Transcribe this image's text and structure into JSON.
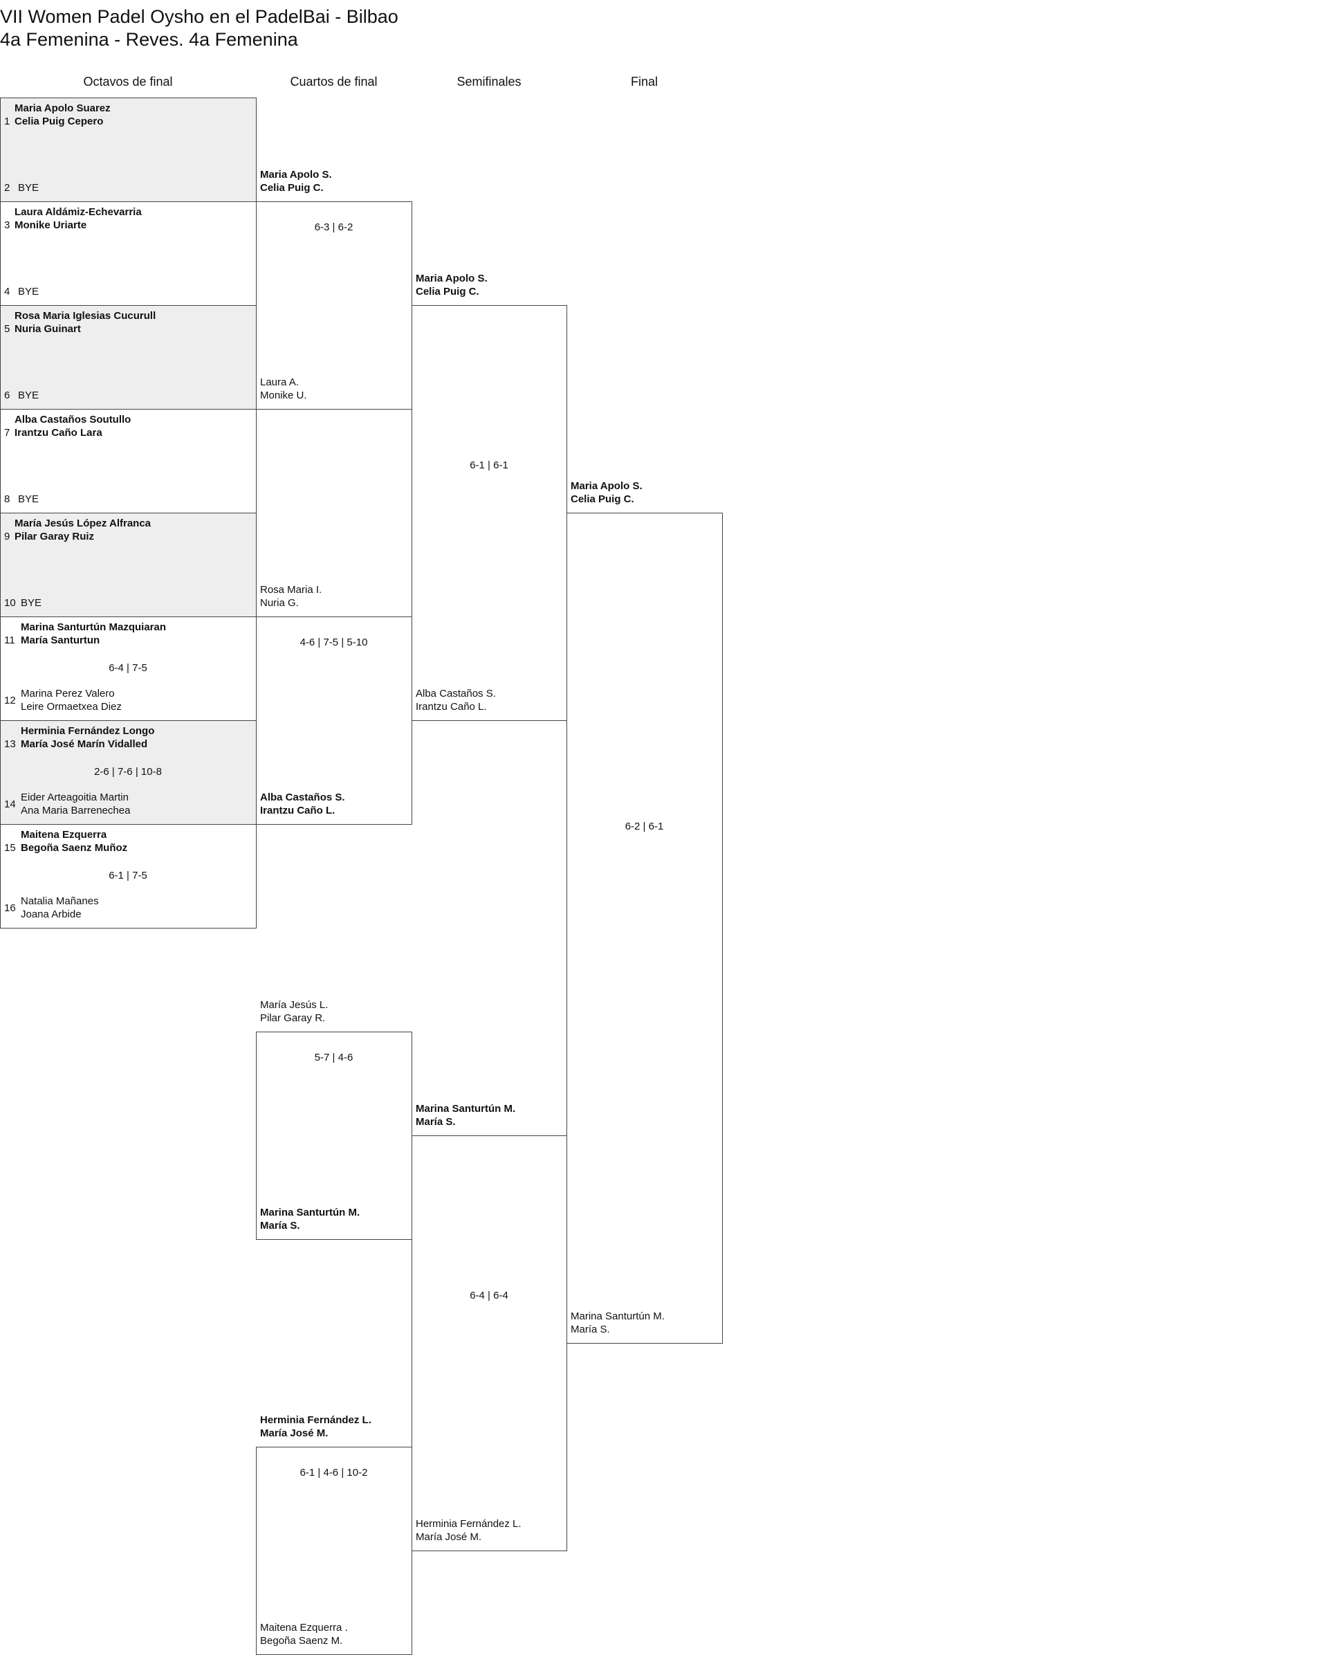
{
  "header": {
    "title": "VII Women Padel Oysho en el PadelBai - Bilbao",
    "subtitle": "4a Femenina - Reves. 4a Femenina"
  },
  "colors": {
    "border": "#444444",
    "shaded_row": "#eeeeee"
  },
  "rounds": [
    {
      "title": "Octavos de final",
      "matches": [
        {
          "score": "",
          "top": {
            "seed": "1",
            "names": [
              "Maria Apolo Suarez",
              "Celia Puig Cepero"
            ],
            "winner": true
          },
          "bottom": {
            "seed": "2",
            "names": [
              "BYE"
            ],
            "winner": false
          }
        },
        {
          "score": "",
          "top": {
            "seed": "3",
            "names": [
              "Laura Aldámiz-Echevarria",
              "Monike Uriarte"
            ],
            "winner": true
          },
          "bottom": {
            "seed": "4",
            "names": [
              "BYE"
            ],
            "winner": false
          }
        },
        {
          "score": "",
          "top": {
            "seed": "5",
            "names": [
              "Rosa Maria Iglesias Cucurull",
              "Nuria Guinart"
            ],
            "winner": true
          },
          "bottom": {
            "seed": "6",
            "names": [
              "BYE"
            ],
            "winner": false
          }
        },
        {
          "score": "",
          "top": {
            "seed": "7",
            "names": [
              "Alba Castaños Soutullo",
              "Irantzu Caño Lara"
            ],
            "winner": true
          },
          "bottom": {
            "seed": "8",
            "names": [
              "BYE"
            ],
            "winner": false
          }
        },
        {
          "score": "",
          "top": {
            "seed": "9",
            "names": [
              "María Jesús López Alfranca",
              "Pilar Garay Ruiz"
            ],
            "winner": true
          },
          "bottom": {
            "seed": "10",
            "names": [
              "BYE"
            ],
            "winner": false
          }
        },
        {
          "score": "6-4 | 7-5",
          "top": {
            "seed": "11",
            "names": [
              "Marina Santurtún Mazquiaran",
              "María Santurtun"
            ],
            "winner": true
          },
          "bottom": {
            "seed": "12",
            "names": [
              "Marina Perez Valero",
              "Leire Ormaetxea Diez"
            ],
            "winner": false
          }
        },
        {
          "score": "2-6 | 7-6 | 10-8",
          "top": {
            "seed": "13",
            "names": [
              "Herminia Fernández Longo",
              "María José Marín Vidalled"
            ],
            "winner": true
          },
          "bottom": {
            "seed": "14",
            "names": [
              "Eider Arteagoitia Martin",
              "Ana Maria Barrenechea"
            ],
            "winner": false
          }
        },
        {
          "score": "6-1 | 7-5",
          "top": {
            "seed": "15",
            "names": [
              "Maitena Ezquerra",
              "Begoña Saenz Muñoz"
            ],
            "winner": true
          },
          "bottom": {
            "seed": "16",
            "names": [
              "Natalia Mañanes",
              "Joana Arbide"
            ],
            "winner": false
          }
        }
      ]
    },
    {
      "title": "Cuartos de final",
      "matches": [
        {
          "score": "6-3 | 6-2",
          "top": {
            "names": [
              "Maria Apolo S.",
              "Celia Puig C."
            ],
            "winner": true
          },
          "bottom": {
            "names": [
              "Laura A.",
              "Monike U."
            ],
            "winner": false
          }
        },
        {
          "score": "4-6 | 7-5 | 5-10",
          "top": {
            "names": [
              "Rosa Maria I.",
              "Nuria G."
            ],
            "winner": false
          },
          "bottom": {
            "names": [
              "Alba Castaños S.",
              "Irantzu Caño L."
            ],
            "winner": true
          }
        },
        {
          "score": "5-7 | 4-6",
          "top": {
            "names": [
              "María Jesús L.",
              "Pilar Garay R."
            ],
            "winner": false
          },
          "bottom": {
            "names": [
              "Marina Santurtún M.",
              "María S."
            ],
            "winner": true
          }
        },
        {
          "score": "6-1 | 4-6 | 10-2",
          "top": {
            "names": [
              "Herminia Fernández L.",
              "María José M."
            ],
            "winner": true
          },
          "bottom": {
            "names": [
              "Maitena Ezquerra .",
              "Begoña Saenz M."
            ],
            "winner": false
          }
        }
      ]
    },
    {
      "title": "Semifinales",
      "matches": [
        {
          "score": "6-1 | 6-1",
          "top": {
            "names": [
              "Maria Apolo S.",
              "Celia Puig C."
            ],
            "winner": true
          },
          "bottom": {
            "names": [
              "Alba Castaños S.",
              "Irantzu Caño L."
            ],
            "winner": false
          }
        },
        {
          "score": "6-4 | 6-4",
          "top": {
            "names": [
              "Marina Santurtún M.",
              "María S."
            ],
            "winner": true
          },
          "bottom": {
            "names": [
              "Herminia Fernández L.",
              "María José M."
            ],
            "winner": false
          }
        }
      ]
    },
    {
      "title": "Final",
      "matches": [
        {
          "score": "6-2 | 6-1",
          "top": {
            "names": [
              "Maria Apolo S.",
              "Celia Puig C."
            ],
            "winner": true
          },
          "bottom": {
            "names": [
              "Marina Santurtún M.",
              "María S."
            ],
            "winner": false
          }
        }
      ]
    }
  ]
}
